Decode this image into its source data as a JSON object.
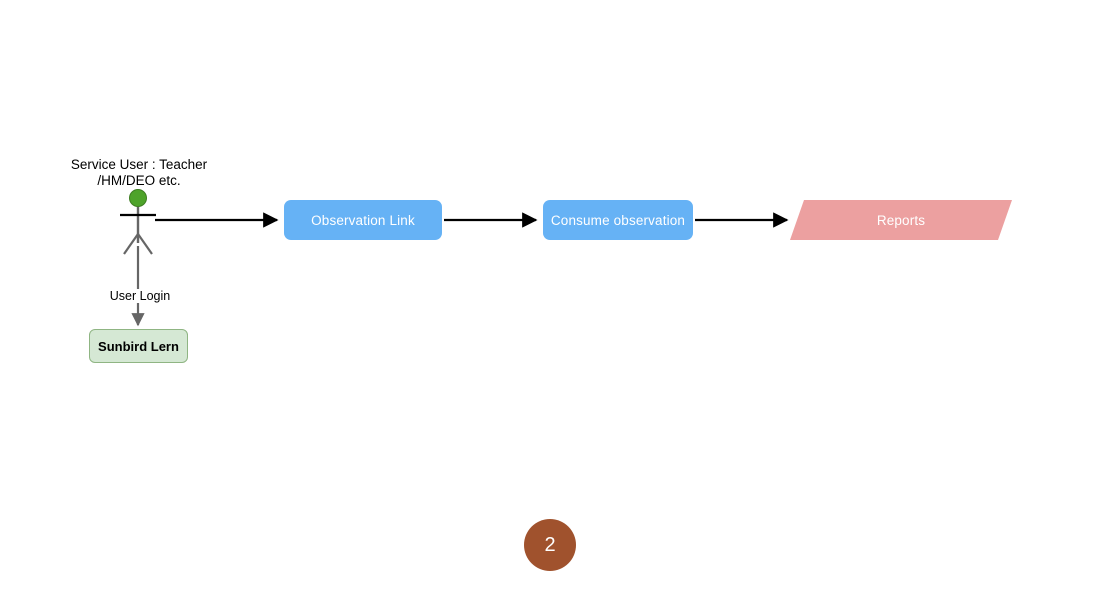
{
  "diagram": {
    "type": "flow-diagram",
    "background_color": "#ffffff",
    "actor": {
      "name": "service-user-actor",
      "label": "Service User : Teacher\n/HM/DEO etc.",
      "label_line1": "Service User : Teacher",
      "label_line2": "/HM/DEO etc.",
      "head_color": "#4ea32a",
      "body_color": "#666666"
    },
    "nodes": [
      {
        "id": "observation-link",
        "label": "Observation Link",
        "shape": "rounded-rect",
        "fill": "#66b2f5",
        "text_color": "#ffffff"
      },
      {
        "id": "consume-observation",
        "label": "Consume observation",
        "shape": "rounded-rect",
        "fill": "#66b2f5",
        "text_color": "#ffffff"
      },
      {
        "id": "reports",
        "label": "Reports",
        "shape": "parallelogram",
        "fill": "#eca0a0",
        "text_color": "#ffffff"
      },
      {
        "id": "sunbird-lern",
        "label": "Sunbird Lern",
        "shape": "rounded-rect",
        "fill": "#d5e8d4",
        "stroke": "#8fb583",
        "text_color": "#000000"
      }
    ],
    "edges": [
      {
        "id": "actor-to-observation-link",
        "from": "service-user-actor",
        "to": "observation-link",
        "label": "",
        "color": "#000000",
        "direction": "right"
      },
      {
        "id": "observation-link-to-consume-observation",
        "from": "observation-link",
        "to": "consume-observation",
        "label": "",
        "color": "#000000",
        "direction": "right"
      },
      {
        "id": "consume-observation-to-reports",
        "from": "consume-observation",
        "to": "reports",
        "label": "",
        "color": "#000000",
        "direction": "right"
      },
      {
        "id": "actor-to-sunbird-lern",
        "from": "service-user-actor",
        "to": "sunbird-lern",
        "label": "User Login",
        "color": "#666666",
        "direction": "down"
      }
    ],
    "page_badge": {
      "label": "2",
      "fill": "#a0522d",
      "text_color": "#ffffff"
    }
  }
}
